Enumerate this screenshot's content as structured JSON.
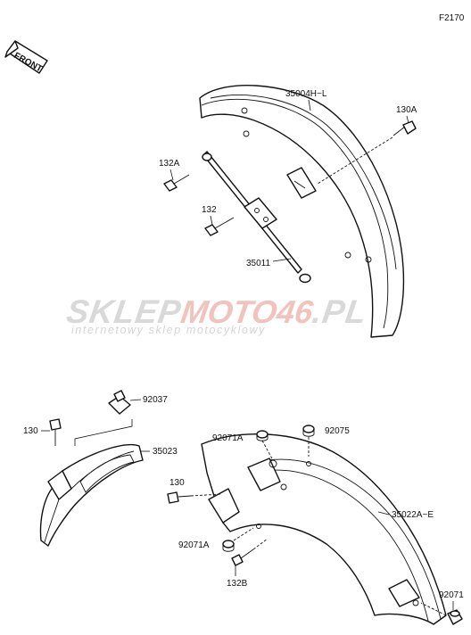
{
  "figure_code": "F2170",
  "front_label": "FRONT",
  "watermark": {
    "brand_part1": "SKLEP",
    "brand_part2": "MOTO",
    "brand_part3": "46",
    "brand_part4": ".PL",
    "tagline": "internetowy sklep motocyklowy",
    "gray_color": "#d9d9d9",
    "red_color": "#e9a79c"
  },
  "parts": {
    "front_fender": "35004H~L",
    "bolt_130A": "130A",
    "bolt_132A": "132A",
    "bolt_132": "132",
    "fender_stay": "35011",
    "bolt_130": "130",
    "nut_92037": "92037",
    "flap_35023": "35023",
    "collar_92071A_top": "92071A",
    "collar_92075": "92075",
    "bolt_130_rear": "130",
    "rear_fender": "35022A~E",
    "collar_92071A_bottom": "92071A",
    "bolt_132B": "132B",
    "collar_92071": "92071"
  }
}
